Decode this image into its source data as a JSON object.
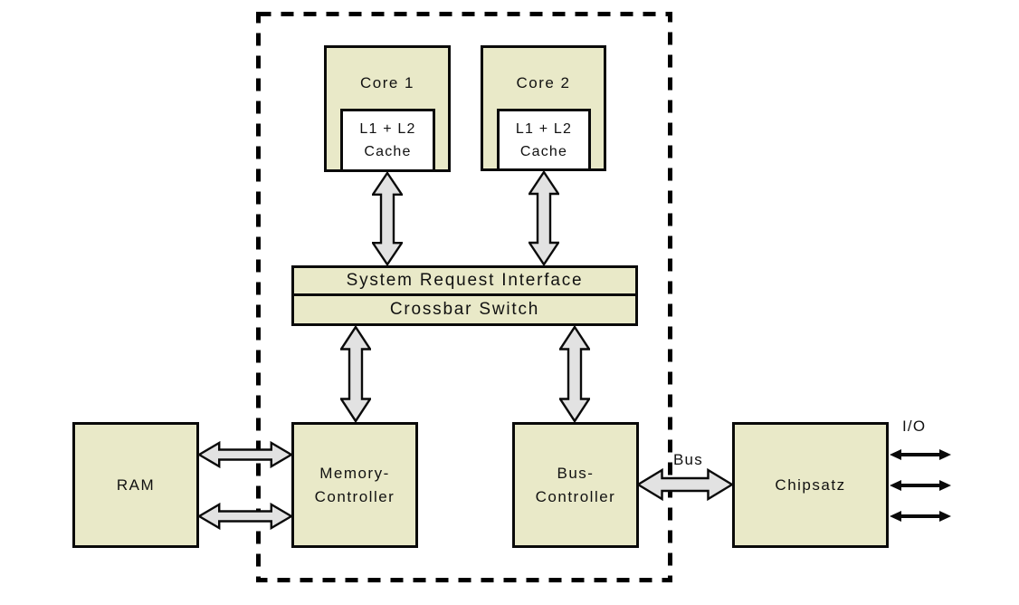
{
  "diagram": {
    "nodes": {
      "core1": {
        "label": "Core 1"
      },
      "core2": {
        "label": "Core 2"
      },
      "cache1": {
        "line1": "L1 + L2",
        "line2": "Cache"
      },
      "cache2": {
        "line1": "L1 + L2",
        "line2": "Cache"
      },
      "sri": {
        "label": "System Request Interface"
      },
      "crossbar": {
        "label": "Crossbar Switch"
      },
      "memory_controller": {
        "line1": "Memory-",
        "line2": "Controller"
      },
      "bus_controller": {
        "line1": "Bus-",
        "line2": "Controller"
      },
      "ram": {
        "label": "RAM"
      },
      "chipsatz": {
        "label": "Chipsatz"
      }
    },
    "labels": {
      "bus": "Bus",
      "io": "I/O"
    },
    "connections": [
      {
        "from": "cache1",
        "to": "sri",
        "type": "double-arrow"
      },
      {
        "from": "cache2",
        "to": "sri",
        "type": "double-arrow"
      },
      {
        "from": "crossbar",
        "to": "memory_controller",
        "type": "double-arrow"
      },
      {
        "from": "crossbar",
        "to": "bus_controller",
        "type": "double-arrow"
      },
      {
        "from": "ram",
        "to": "memory_controller",
        "type": "double-arrow",
        "count": 2
      },
      {
        "from": "bus_controller",
        "to": "chipsatz",
        "type": "double-arrow",
        "label": "Bus"
      },
      {
        "from": "chipsatz",
        "to": "io",
        "type": "thin-double-arrow",
        "count": 3,
        "label": "I/O"
      }
    ],
    "colors": {
      "box_fill": "#e9e9c8",
      "box_border": "#0a0a0a",
      "arrow_fill": "#e2e2e2",
      "background": "#ffffff"
    }
  }
}
